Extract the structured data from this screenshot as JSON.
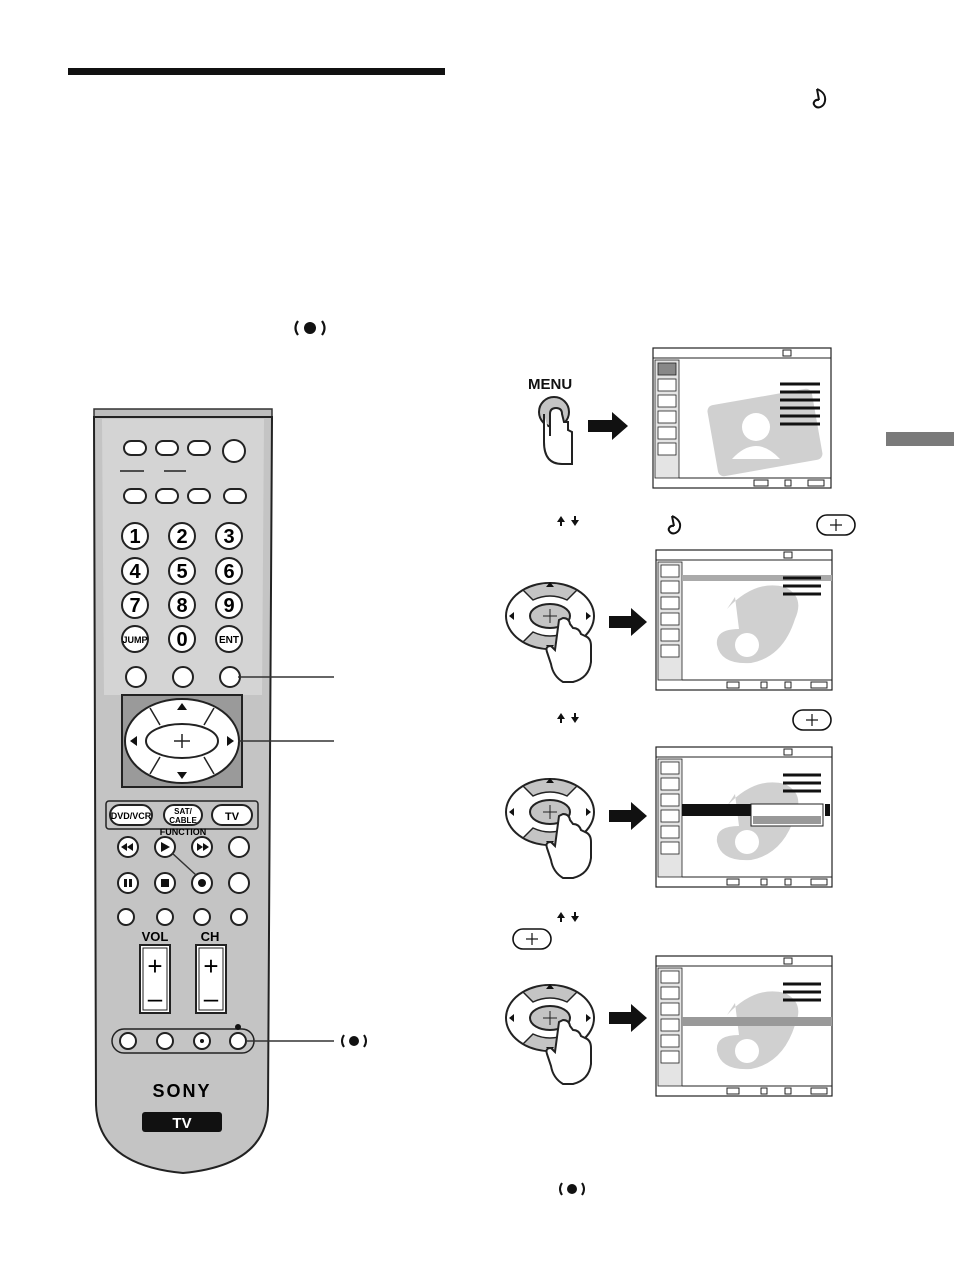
{
  "icons": {
    "sound_note": "music-note-icon",
    "surround": "surround-icon",
    "select": "select-center-icon",
    "arrows": "up-down-arrows-icon",
    "hand": "pointing-hand-icon"
  },
  "remote": {
    "numbers": [
      "1",
      "2",
      "3",
      "4",
      "5",
      "6",
      "7",
      "8",
      "9"
    ],
    "jump": "JUMP",
    "zero": "0",
    "ent": "ENT",
    "dvdvcr": "DVD/VCR",
    "sat": "SAT/",
    "cable": "CABLE",
    "tv_func": "TV",
    "function": "FUNCTION",
    "vol": "VOL",
    "ch": "CH",
    "plus": "+",
    "minus": "–",
    "brand": "SONY",
    "badge": "TV"
  },
  "steps": {
    "menu_label": "MENU"
  },
  "colors": {
    "remote_body": "#c4c4c4",
    "remote_panel": "#d2d2d2",
    "highlight": "#9a9a9a",
    "osd_watermark": "#c8c8c8",
    "side_tab": "#7a7a7a"
  }
}
